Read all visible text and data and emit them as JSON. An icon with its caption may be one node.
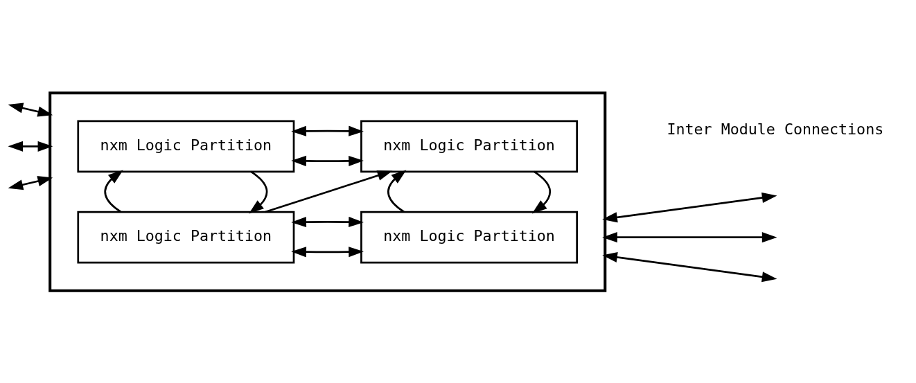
{
  "diagram": {
    "nodes": [
      {
        "text": [],
        "shape": "box"
      },
      {
        "text": [
          "nxm Logic Partition"
        ],
        "in": 0
      },
      {
        "text": [
          "nxm Logic Partition"
        ],
        "in": 0
      },
      {
        "text": [
          "nxm Logic Partition"
        ],
        "in": 0
      },
      {
        "text": [
          "nxm Logic Partition"
        ],
        "in": 0
      }
    ],
    "edges": [
      {
        "from": 1,
        "to": 2,
        "arrow": "both"
      },
      {
        "from": 1,
        "to": 2,
        "arrow": "both"
      },
      {
        "from": 1,
        "to": 3,
        "arrow": "to"
      },
      {
        "from": 3,
        "to": 1,
        "arrow": "to"
      },
      {
        "from": 3,
        "to": 2,
        "arrow": "to"
      },
      {
        "from": 2,
        "to": 4,
        "arrow": "to"
      },
      {
        "from": 4,
        "to": 2,
        "arrow": "to"
      },
      {
        "from": 3,
        "to": 4,
        "arrow": "both"
      },
      {
        "from": 3,
        "to": 4,
        "arrow": "both"
      },
      {
        "from": null,
        "to": 0,
        "arrow": "both"
      },
      {
        "from": null,
        "to": 0,
        "arrow": "both"
      },
      {
        "from": null,
        "to": 0,
        "arrow": "both"
      },
      {
        "from": 0,
        "to": null,
        "arrow": "both"
      },
      {
        "from": 0,
        "to": null,
        "arrow": "both"
      },
      {
        "from": 0,
        "to": null,
        "arrow": "both"
      }
    ],
    "labels": [
      "Inter Module Connections"
    ]
  }
}
